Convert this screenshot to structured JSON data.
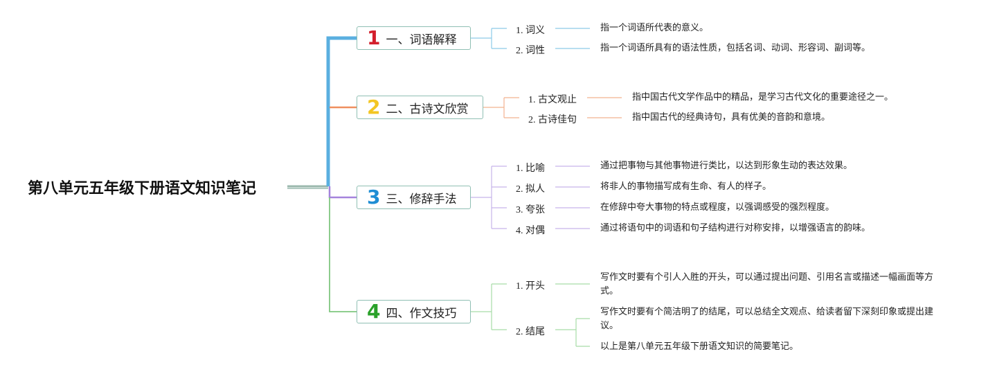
{
  "root": {
    "title": "第八单元五年级下册语文知识笔记"
  },
  "colors": {
    "branch1": "#5aafe0",
    "branch2": "#ef8f5f",
    "branch3": "#a583dc",
    "branch4": "#7fc77f"
  },
  "branches": [
    {
      "number": "1",
      "number_color": "#d31f2c",
      "label": "一、词语解释",
      "items": [
        {
          "label": "1. 词义",
          "desc": "指一个词语所代表的意义。"
        },
        {
          "label": "2. 词性",
          "desc": "指一个词语所具有的语法性质，包括名词、动词、形容词、副词等。"
        }
      ]
    },
    {
      "number": "2",
      "number_color": "#f3c623",
      "label": "二、古诗文欣赏",
      "items": [
        {
          "label": "1. 古文观止",
          "desc": "指中国古代文学作品中的精品，是学习古代文化的重要途径之一。"
        },
        {
          "label": "2. 古诗佳句",
          "desc": "指中国古代的经典诗句，具有优美的音韵和意境。"
        }
      ]
    },
    {
      "number": "3",
      "number_color": "#1f8ed4",
      "label": "三、修辞手法",
      "items": [
        {
          "label": "1. 比喻",
          "desc": "通过把事物与其他事物进行类比，以达到形象生动的表达效果。"
        },
        {
          "label": "2. 拟人",
          "desc": "将非人的事物描写成有生命、有人的样子。"
        },
        {
          "label": "3. 夸张",
          "desc": "在修辞中夸大事物的特点或程度，以强调感受的强烈程度。"
        },
        {
          "label": "4. 对偶",
          "desc": "通过将语句中的词语和句子结构进行对称安排，以增强语言的韵味。"
        }
      ]
    },
    {
      "number": "4",
      "number_color": "#2aa12a",
      "label": "四、作文技巧",
      "items": [
        {
          "label": "1. 开头",
          "desc": "写作文时要有个引人入胜的开头，可以通过提出问题、引用名言或描述一幅画面等方式。"
        },
        {
          "label": "2. 结尾",
          "descs": [
            "写作文时要有个简洁明了的结尾，可以总结全文观点、给读者留下深刻印象或提出建议。",
            "以上是第八单元五年级下册语文知识的简要笔记。"
          ]
        }
      ]
    }
  ]
}
